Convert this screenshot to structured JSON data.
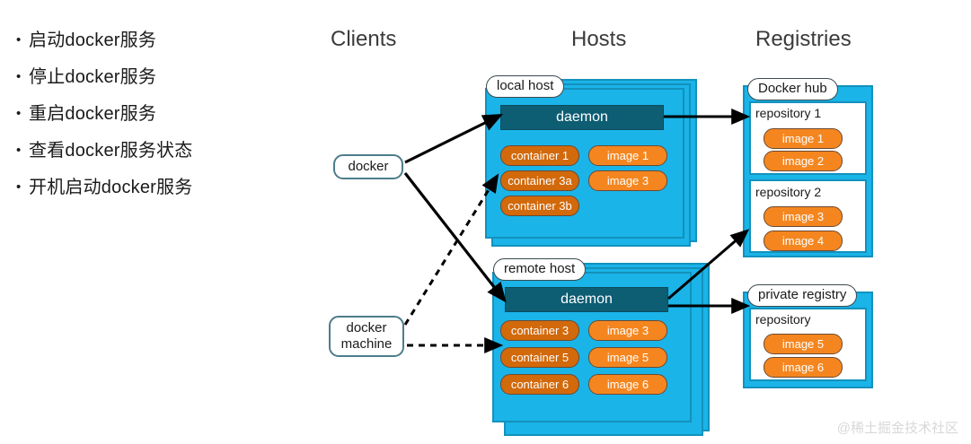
{
  "bullets": [
    {
      "marker": "•",
      "text": "启动docker服务"
    },
    {
      "marker": "•",
      "text": "停止docker服务"
    },
    {
      "marker": "•",
      "text": "重启docker服务"
    },
    {
      "marker": "•",
      "text": "查看docker服务状态"
    },
    {
      "marker": "•",
      "text": "开机启动docker服务"
    }
  ],
  "headings": {
    "clients": "Clients",
    "hosts": "Hosts",
    "registries": "Registries"
  },
  "clients": [
    {
      "line1": "docker",
      "line2": ""
    },
    {
      "line1": "docker",
      "line2": "machine"
    }
  ],
  "hosts": [
    {
      "label": "local host",
      "daemon": "daemon",
      "containers": [
        "container 1",
        "container 3a",
        "container 3b"
      ],
      "images": [
        "image 1",
        "image 3"
      ]
    },
    {
      "label": "remote host",
      "daemon": "daemon",
      "containers": [
        "container 3",
        "container 5",
        "container 6"
      ],
      "images": [
        "image 3",
        "image 5",
        "image 6"
      ]
    }
  ],
  "registries": [
    {
      "label": "Docker hub",
      "repositories": [
        {
          "title": "repository 1",
          "images": [
            "image 1",
            "image 2"
          ]
        },
        {
          "title": "repository 2",
          "images": [
            "image 3",
            "image 4"
          ]
        }
      ]
    },
    {
      "label": "private registry",
      "repositories": [
        {
          "title": "repository",
          "images": [
            "image 5",
            "image 6"
          ]
        }
      ]
    }
  ],
  "watermark": "@稀土掘金技术社区",
  "colors": {
    "host_fill": "#1ab4e8",
    "host_border": "#1391bd",
    "daemon": "#0d5d73",
    "container": "#d2690b",
    "image": "#f5861f",
    "client_border": "#4d7c8a",
    "arrow": "#000000"
  }
}
